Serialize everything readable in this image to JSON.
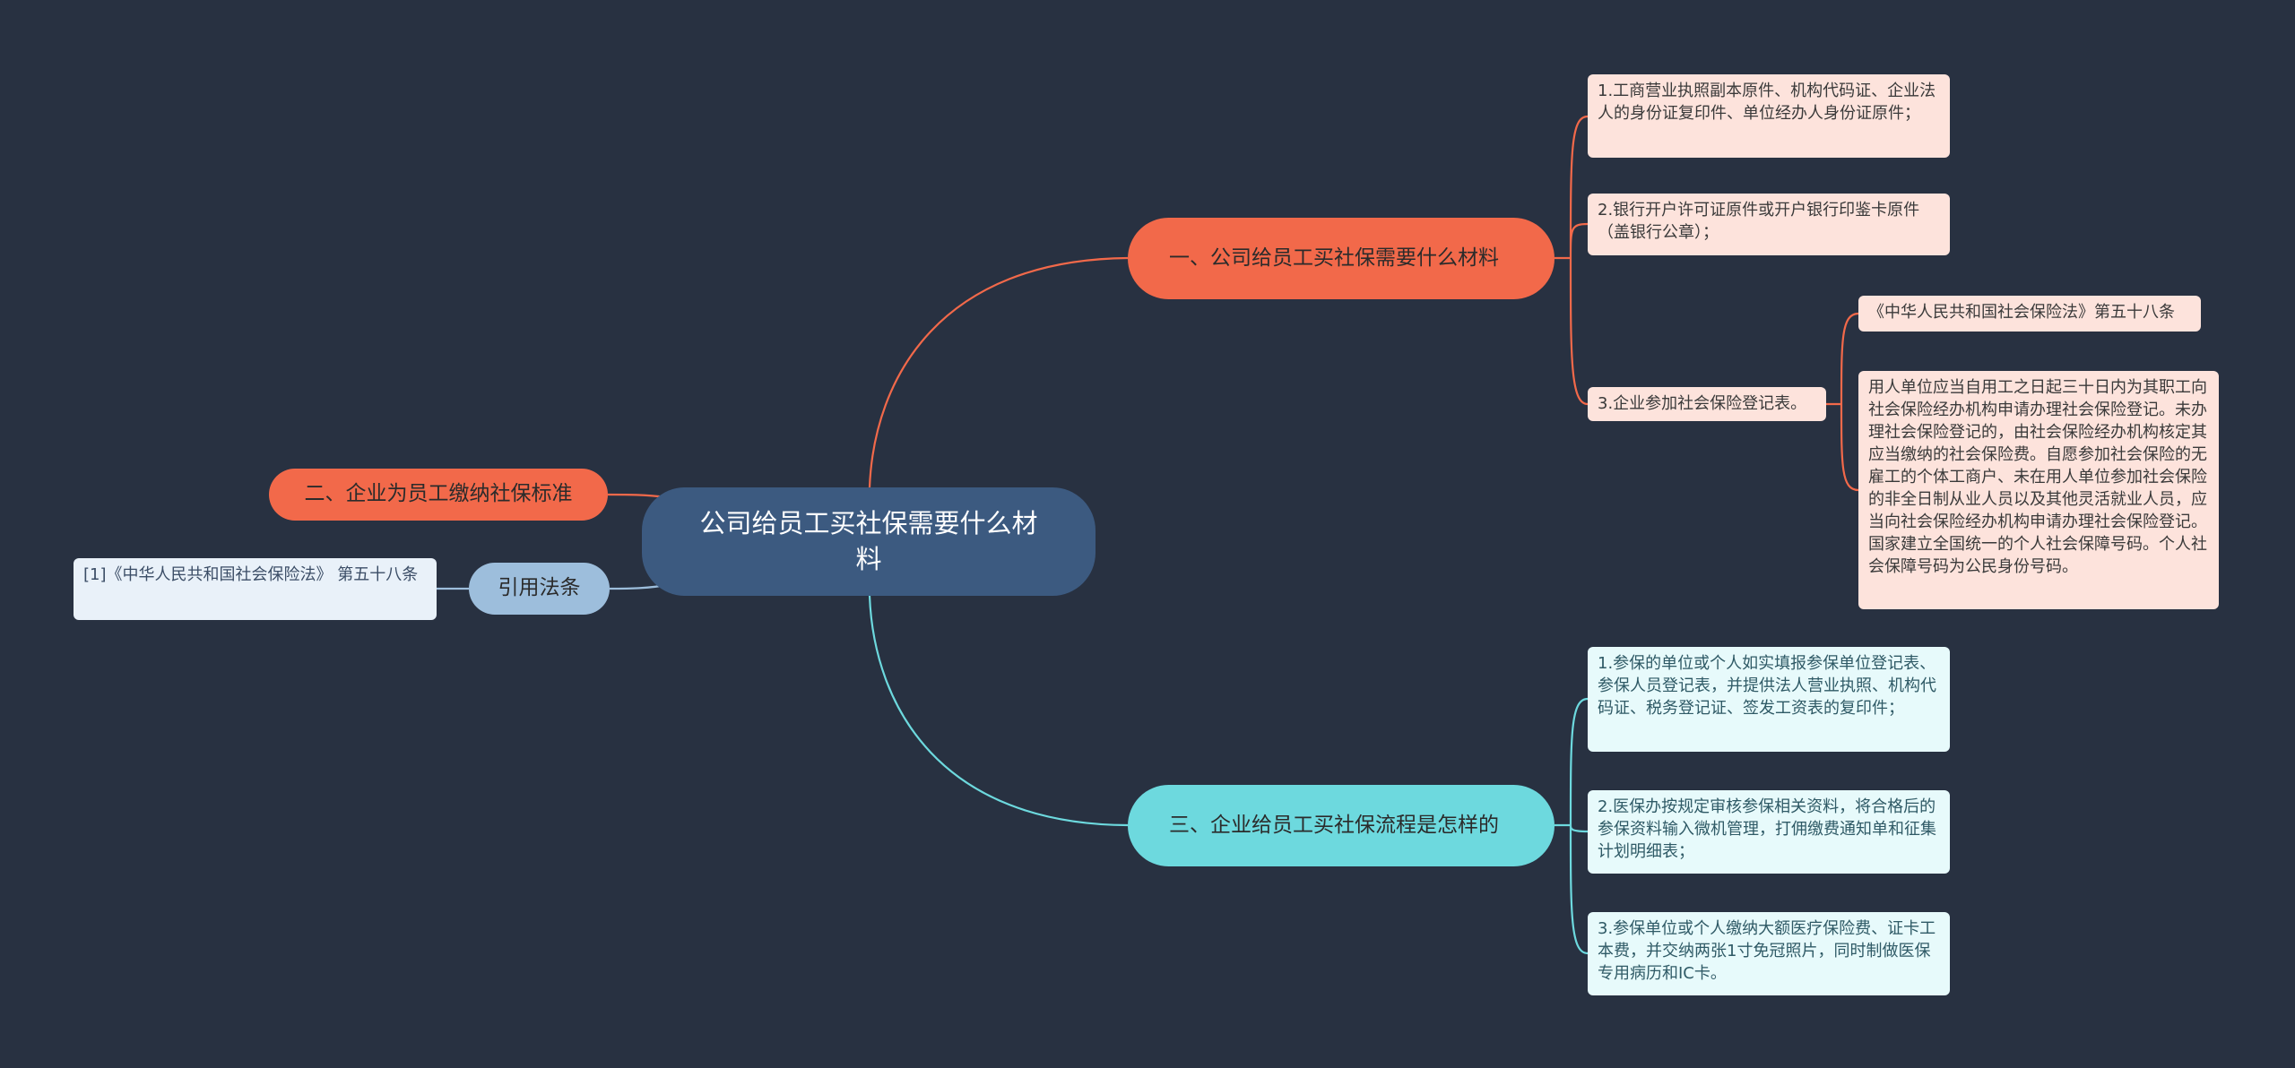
{
  "root": {
    "label": "公司给员工买社保需要什么材料"
  },
  "branches": {
    "materials": {
      "label": "一、公司给员工买社保需要什么材料",
      "items": [
        "1.工商营业执照副本原件、机构代码证、企业法人的身份证复印件、单位经办人身份证原件；",
        "2.银行开户许可证原件或开户银行印鉴卡原件（盖银行公章）；",
        "3.企业参加社会保险登记表。"
      ],
      "sub": [
        "《中华人民共和国社会保险法》第五十八条",
        "用人单位应当自用工之日起三十日内为其职工向社会保险经办机构申请办理社会保险登记。未办理社会保险登记的，由社会保险经办机构核定其应当缴纳的社会保险费。自愿参加社会保险的无雇工的个体工商户、未在用人单位参加社会保险的非全日制从业人员以及其他灵活就业人员，应当向社会保险经办机构申请办理社会保险登记。国家建立全国统一的个人社会保障号码。个人社会保障号码为公民身份号码。"
      ]
    },
    "standard": {
      "label": "二、企业为员工缴纳社保标准"
    },
    "process": {
      "label": "三、企业给员工买社保流程是怎样的",
      "items": [
        "1.参保的单位或个人如实填报参保单位登记表、参保人员登记表，并提供法人营业执照、机构代码证、税务登记证、签发工资表的复印件；",
        "2.医保办按规定审核参保相关资料，将合格后的参保资料输入微机管理，打佣缴费通知单和征集计划明细表；",
        "3.参保单位或个人缴纳大额医疗保险费、证卡工本费，并交纳两张1寸免冠照片，同时制做医保专用病历和IC卡。"
      ]
    },
    "citation": {
      "label": "引用法条",
      "items": [
        "[1]《中华人民共和国社会保险法》 第五十八条"
      ]
    }
  },
  "colors": {
    "background": "#283141",
    "root": "#3c5a80",
    "branch_red": "#f2694a",
    "branch_cyan": "#6dd9de",
    "branch_blue": "#9dbedc",
    "leaf_red": "#fde3dc",
    "leaf_cyan": "#e7fafb",
    "leaf_blue": "#e9f1f9"
  }
}
